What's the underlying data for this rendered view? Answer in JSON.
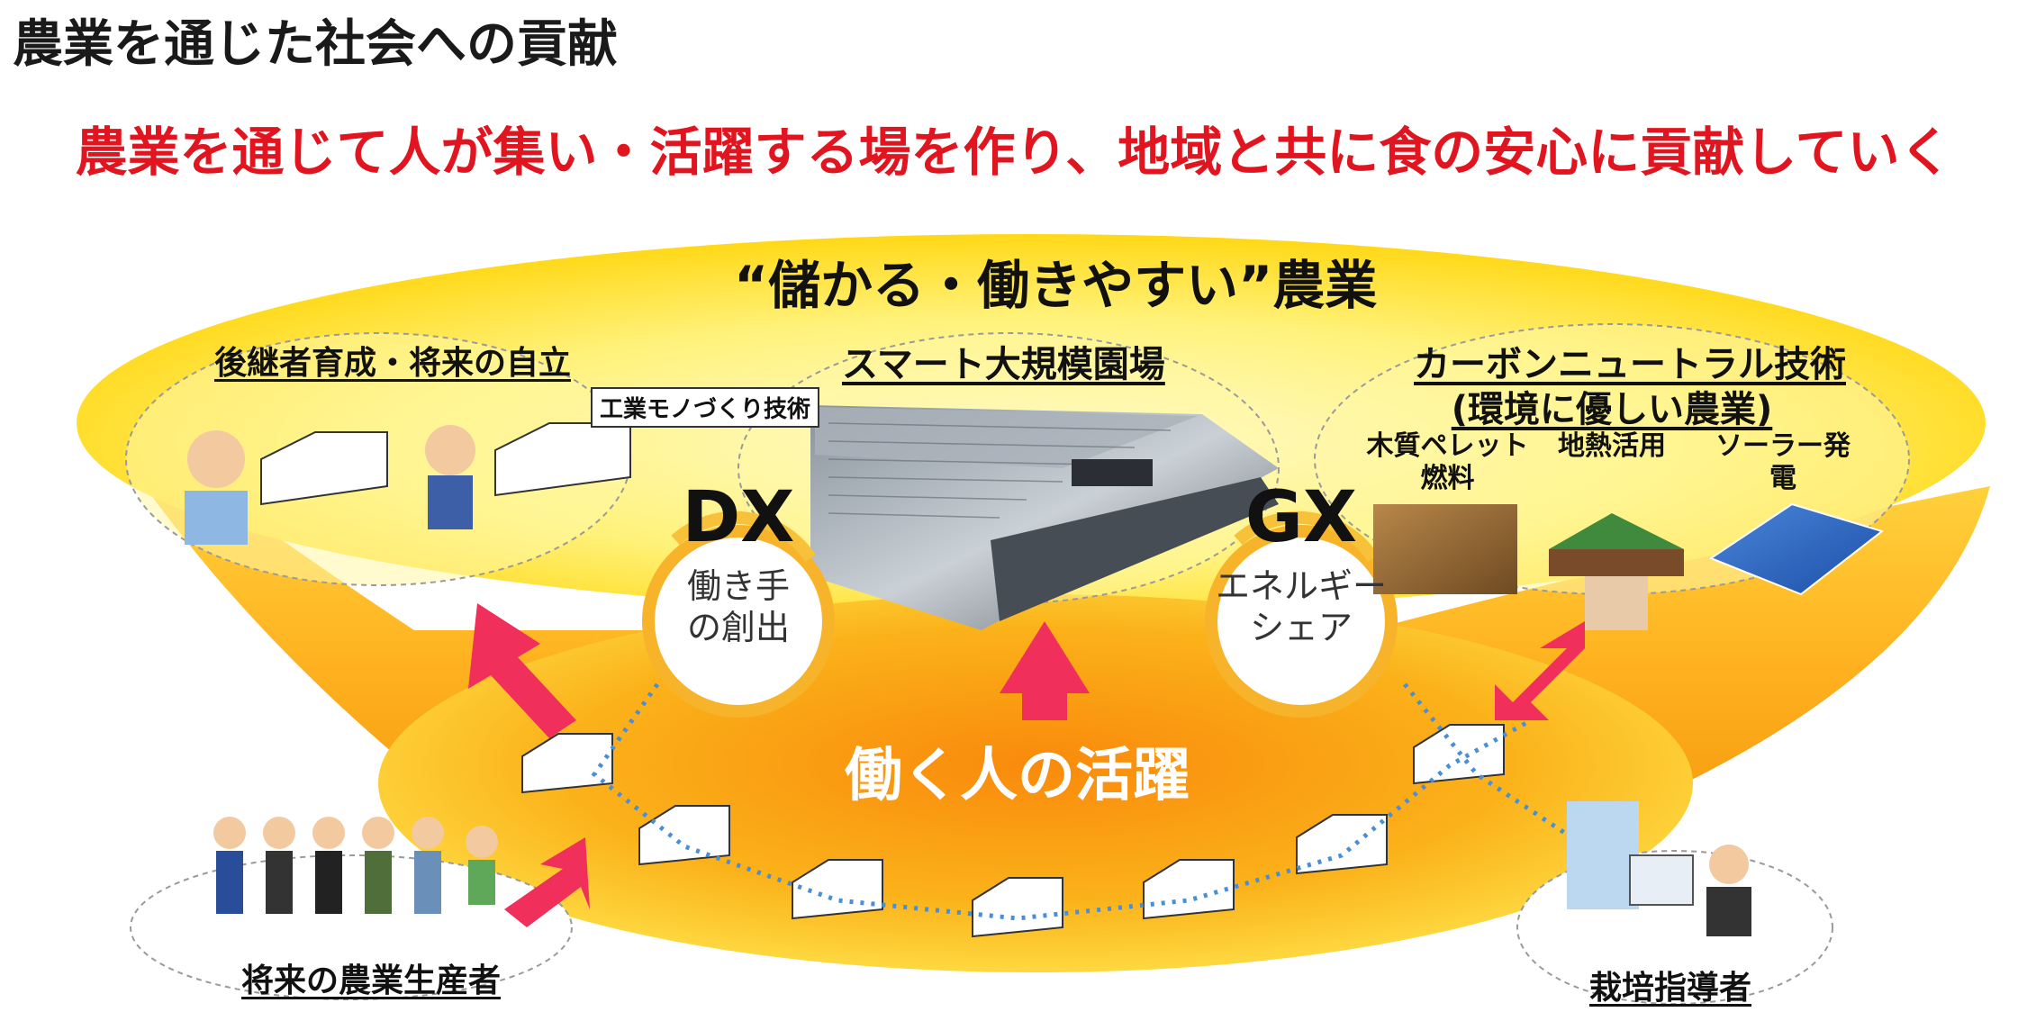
{
  "page_title": "農業を通じた社会への貢献",
  "subtitle": "農業を通じて人が集い・活躍する場を作り、地域と共に食の安心に貢献していく",
  "top_ellipse_title": "“儲かる・働きやすい”農業",
  "left_section": {
    "heading": "後継者育成・将来の自立",
    "tag": "工業モノづくり技術"
  },
  "center_section": {
    "heading": "スマート大規模園場"
  },
  "right_section": {
    "heading_line1": "カーボンニュートラル技術",
    "heading_line2": "(環境に優しい農業)",
    "items": [
      {
        "label_line1": "木質ペレット",
        "label_line2": "燃料"
      },
      {
        "label_line1": "地熱活用",
        "label_line2": ""
      },
      {
        "label_line1": "ソーラー発",
        "label_line2": "電"
      }
    ]
  },
  "dx": {
    "title": "DX",
    "line1": "働き手",
    "line2": "の創出"
  },
  "gx": {
    "title": "GX",
    "line1": "エネルギー",
    "line2": "シェア"
  },
  "bottom_ellipse_title": "働く人の活躍",
  "bottom_left_label": "将来の農業生産者",
  "bottom_right_label": "栽培指導者",
  "colors": {
    "accent_red": "#e0151f",
    "arrow_pink": "#f0305a",
    "yellow": "#ffe94d",
    "orange": "#f59a0e"
  }
}
